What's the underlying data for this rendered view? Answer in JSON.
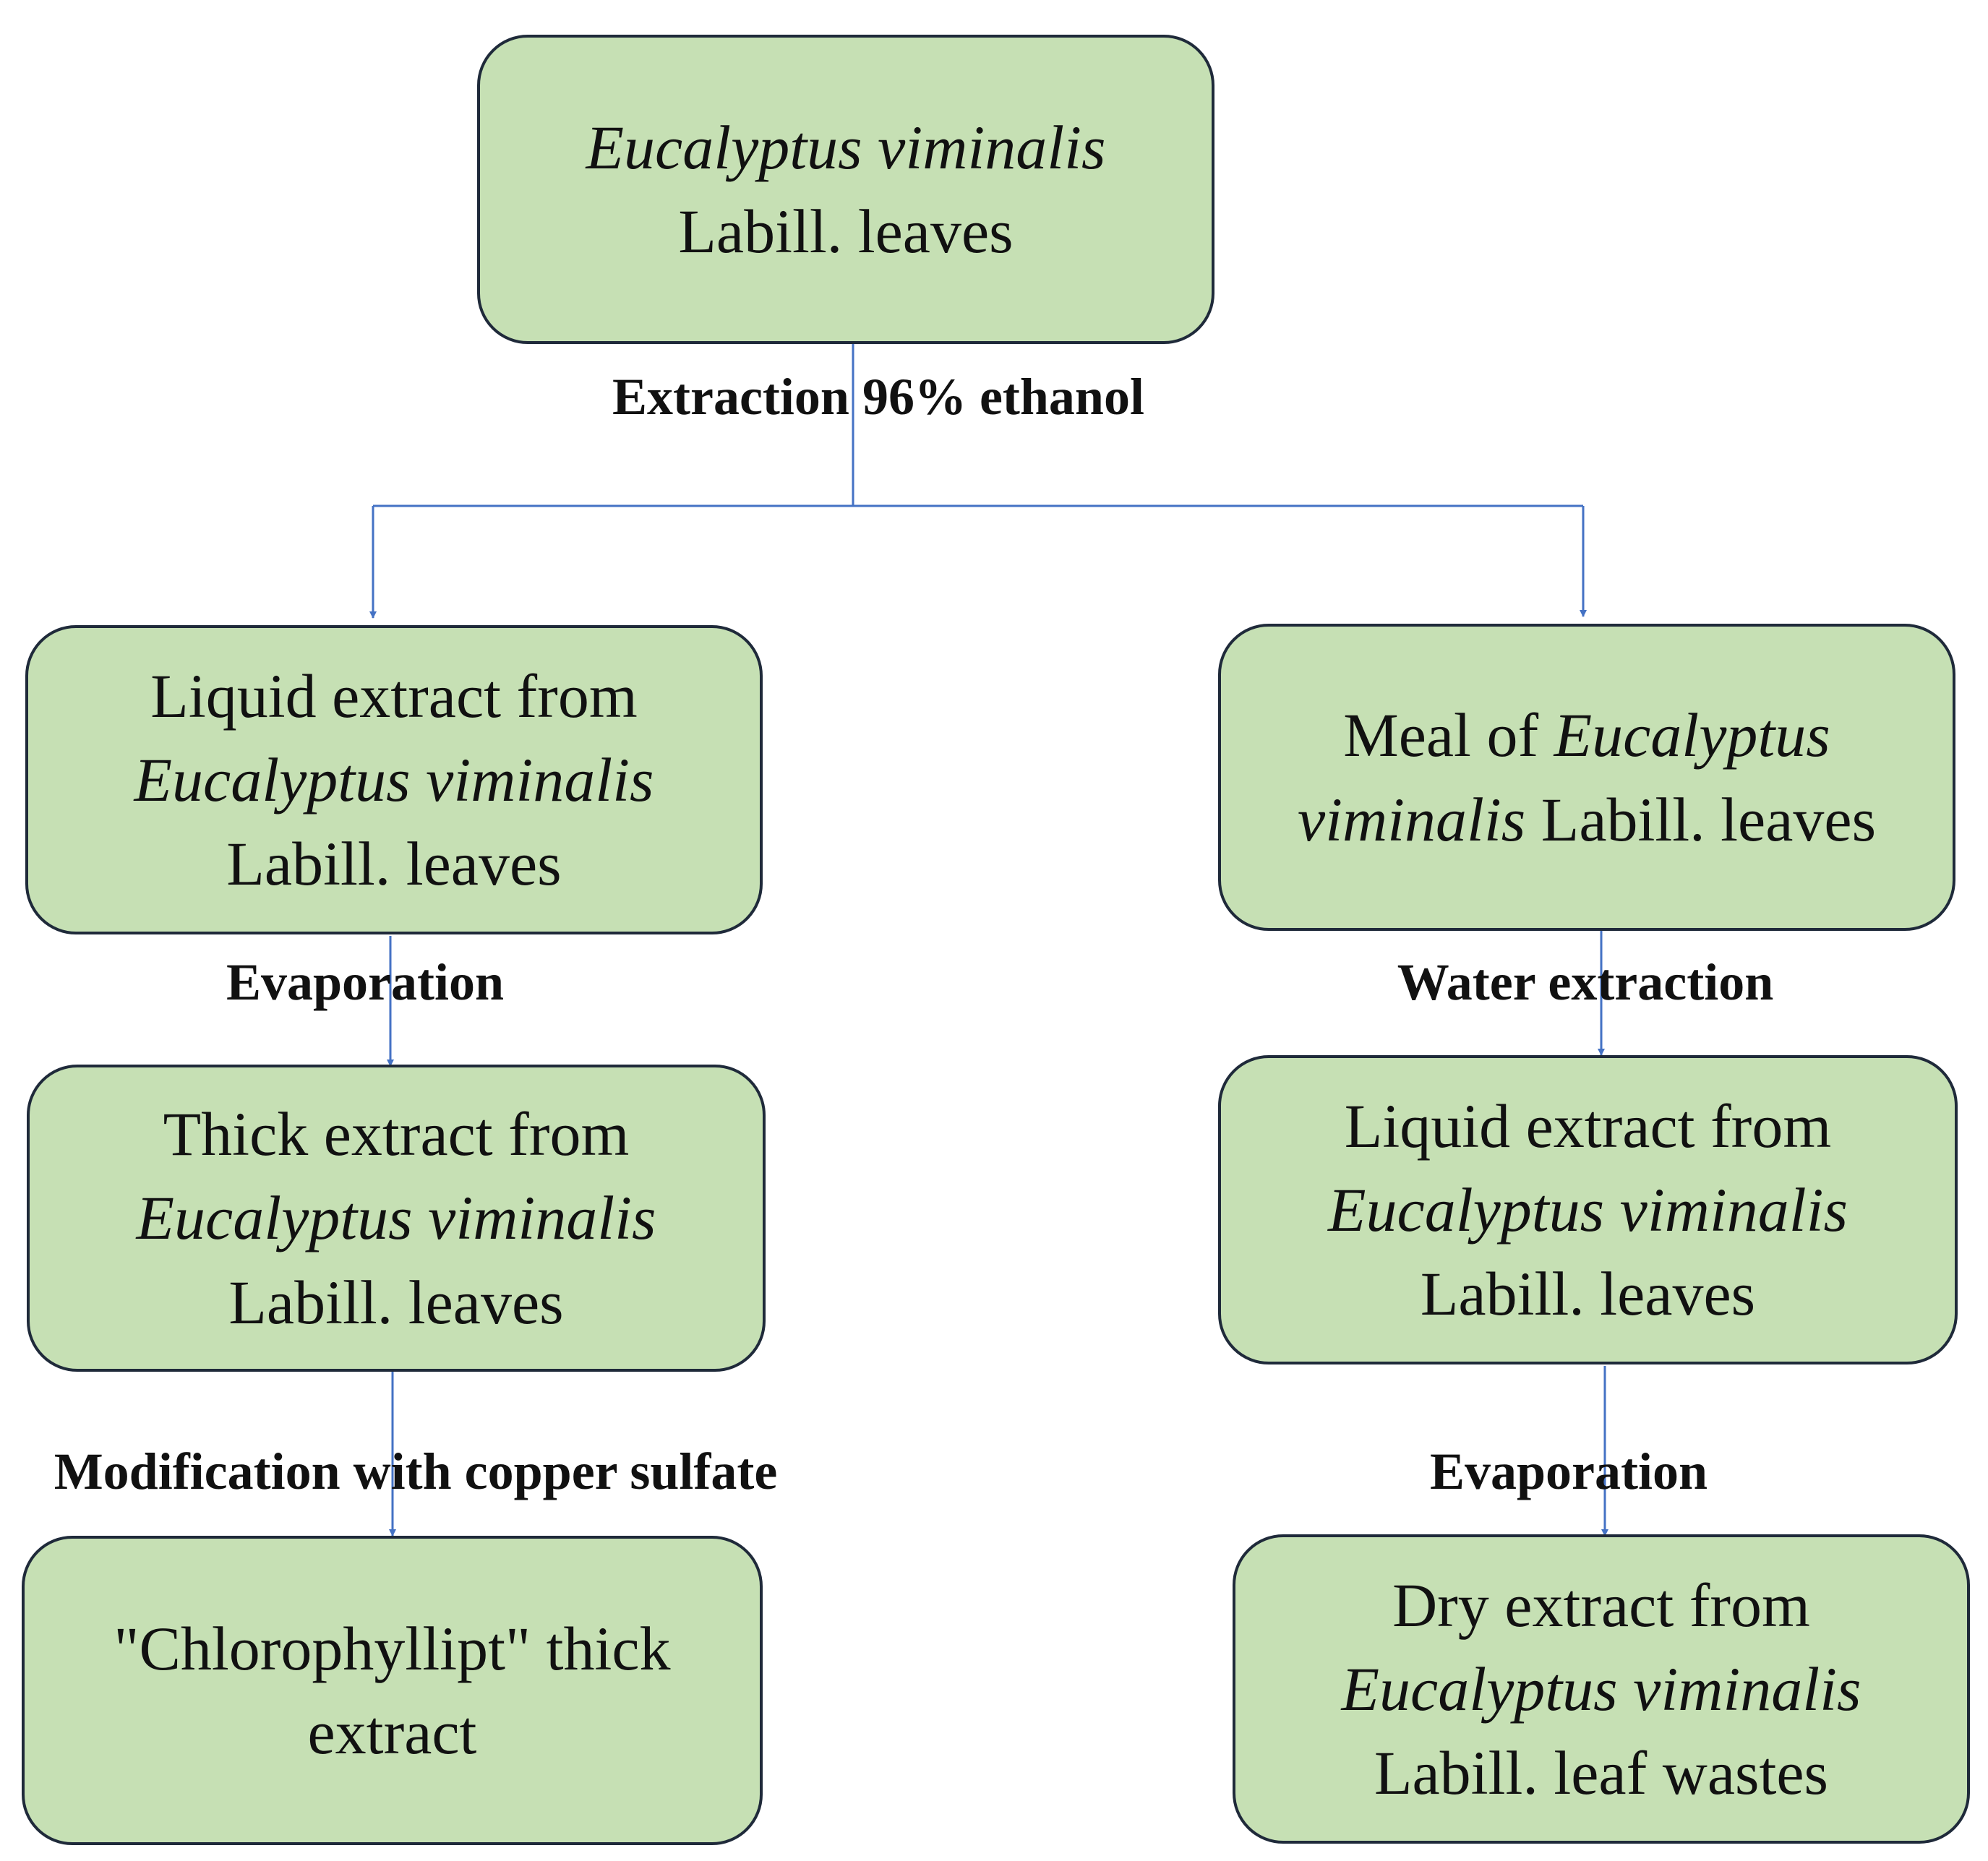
{
  "nodes": {
    "root": {
      "l1_it": "Eucalyptus viminalis",
      "l2": "Labill. leaves"
    },
    "liquid_ethanol": {
      "l1": "Liquid extract from",
      "l2_it": "Eucalyptus viminalis",
      "l3": "Labill. leaves"
    },
    "meal": {
      "l1a": "Meal of ",
      "l1b_it": "Eucalyptus",
      "l2a_it": "viminalis",
      "l2b": " Labill. leaves"
    },
    "thick": {
      "l1": "Thick extract from",
      "l2_it": "Eucalyptus viminalis",
      "l3": "Labill. leaves"
    },
    "liquid_water": {
      "l1": "Liquid extract from",
      "l2_it": "Eucalyptus viminalis",
      "l3": "Labill. leaves"
    },
    "chloro": {
      "l1": "\"Chlorophyllipt\" thick",
      "l2": "extract"
    },
    "dry": {
      "l1": "Dry extract from",
      "l2_it": "Eucalyptus viminalis",
      "l3": "Labill. leaf wastes"
    }
  },
  "steps": {
    "extraction": "Extraction 96% ethanol",
    "evaporation_left": "Evaporation",
    "water_extraction": "Water extraction",
    "modification": "Modification with copper sulfate",
    "evaporation_right": "Evaporation"
  },
  "colors": {
    "box_fill": "#c6e0b4",
    "box_border": "#1f2a3a",
    "connector": "#4472c4"
  }
}
